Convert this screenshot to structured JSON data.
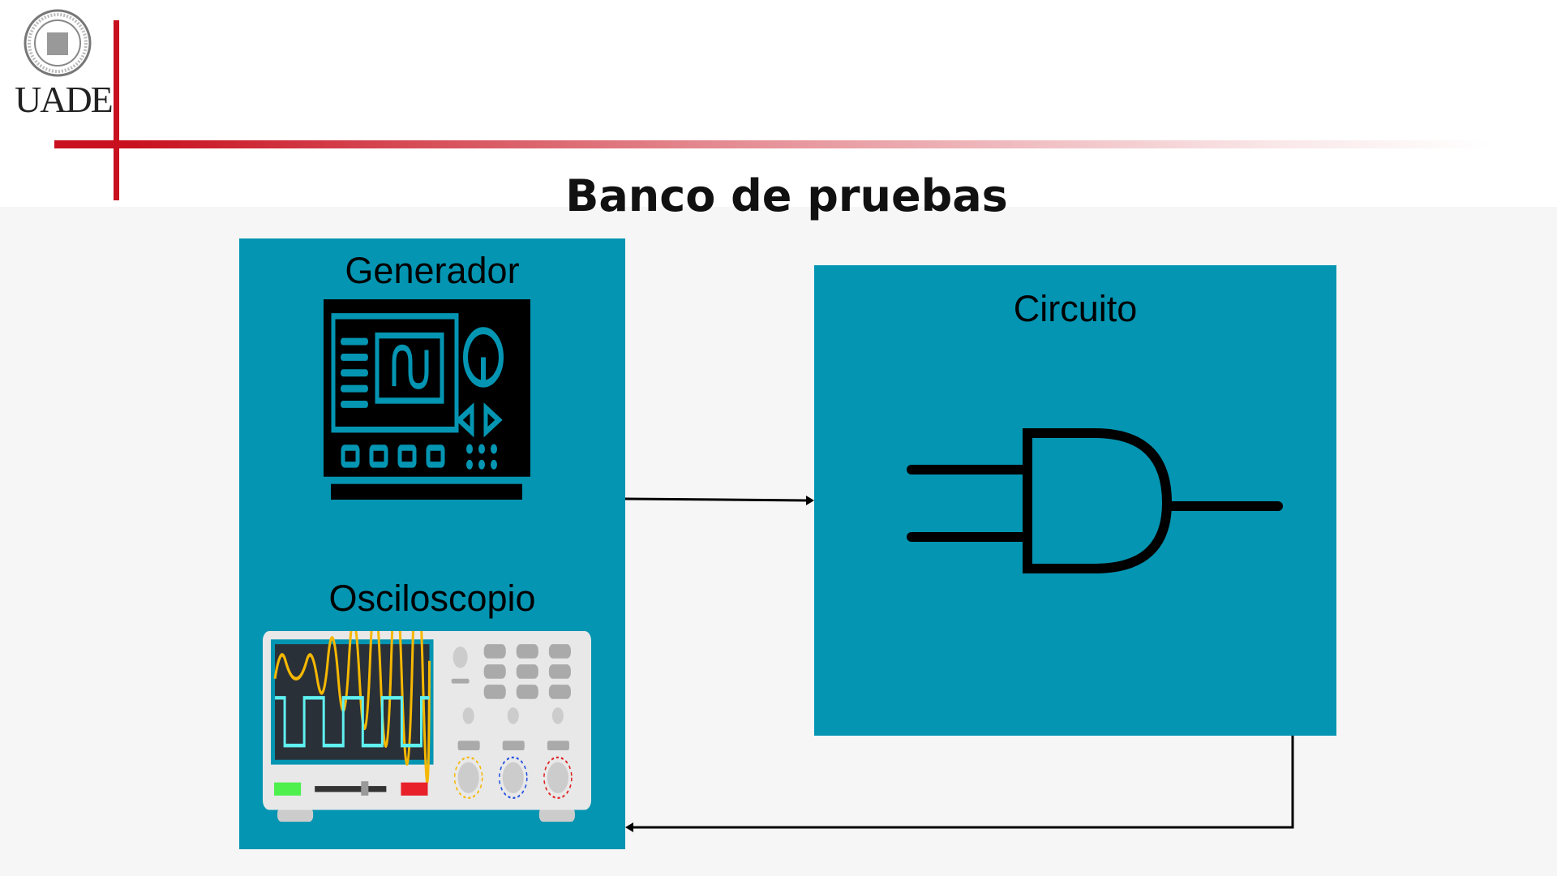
{
  "logo": {
    "text": "UADE"
  },
  "title": "Banco de pruebas",
  "blocks": {
    "generator": {
      "label": "Generador"
    },
    "oscilloscope": {
      "label": "Osciloscopio"
    },
    "circuit": {
      "label": "Circuito"
    }
  },
  "colors": {
    "panel": "#0495b2",
    "accent_red": "#c8101e",
    "trace_yellow": "#f5b800",
    "trace_cyan": "#5ff0f0"
  }
}
